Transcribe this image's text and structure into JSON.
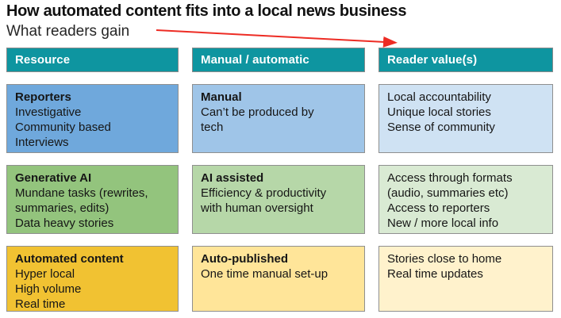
{
  "title": "How automated content fits into a local news business",
  "subtitle": "What readers gain",
  "colors": {
    "header_bg": "#0e95a0",
    "header_text": "#ffffff",
    "arrow": "#ed2c24",
    "border": "#8f8f8f"
  },
  "columns": [
    {
      "header": "Resource"
    },
    {
      "header": "Manual / automatic"
    },
    {
      "header": "Reader value(s)"
    }
  ],
  "rows": [
    {
      "cells": [
        {
          "heading": "Reporters",
          "bg": "#6fa8dc",
          "lines": [
            "Investigative",
            "Community based",
            "Interviews"
          ]
        },
        {
          "heading": "Manual",
          "bg": "#9fc5e8",
          "lines": [
            "Can’t be produced by",
            "tech"
          ]
        },
        {
          "heading": "",
          "bg": "#cfe2f3",
          "lines": [
            "Local accountability",
            "Unique local stories",
            "Sense of community"
          ]
        }
      ]
    },
    {
      "cells": [
        {
          "heading": "Generative AI",
          "bg": "#93c47d",
          "lines": [
            "Mundane tasks (rewrites,",
            "summaries, edits)",
            "Data heavy stories"
          ]
        },
        {
          "heading": "AI assisted",
          "bg": "#b6d7a8",
          "lines": [
            "Efficiency & productivity",
            "with human oversight"
          ]
        },
        {
          "heading": "",
          "bg": "#d9ead3",
          "lines": [
            "Access through formats",
            "(audio, summaries etc)",
            "Access to reporters",
            "New / more local info"
          ]
        }
      ]
    },
    {
      "cells": [
        {
          "heading": "Automated content",
          "bg": "#f1c232",
          "lines": [
            "Hyper local",
            "High volume",
            "Real time"
          ]
        },
        {
          "heading": "Auto-published",
          "bg": "#ffe599",
          "lines": [
            "One time manual set-up"
          ]
        },
        {
          "heading": "",
          "bg": "#fff2cc",
          "lines": [
            "Stories close to home",
            "Real time updates"
          ]
        }
      ]
    }
  ]
}
